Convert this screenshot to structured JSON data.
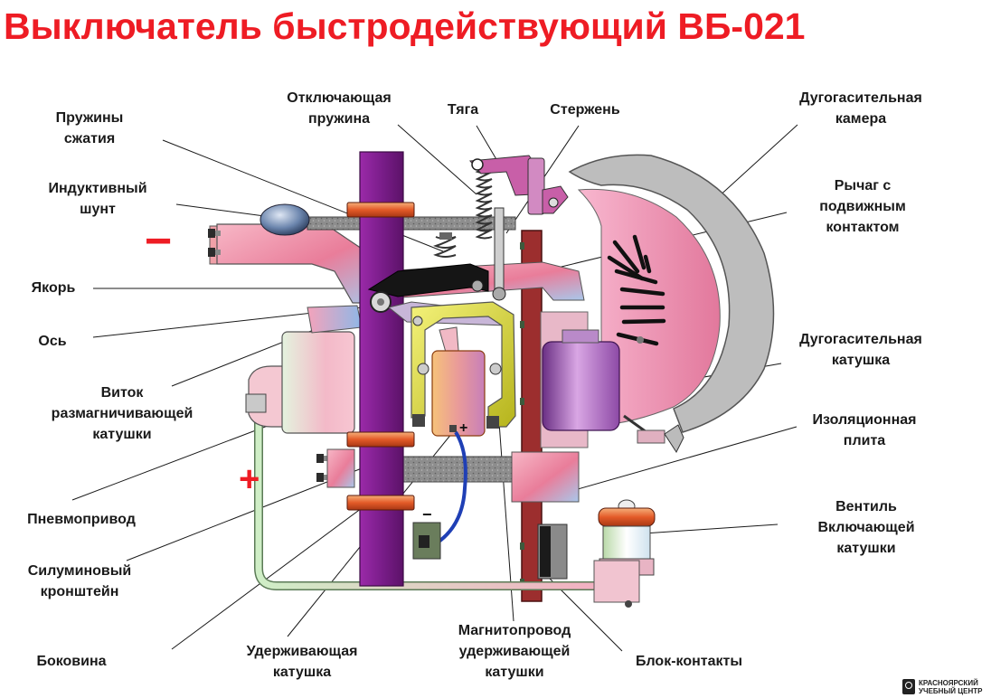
{
  "title": "Выключатель быстродействующий ВБ-021",
  "polarity": {
    "minus": "−",
    "plus": "+"
  },
  "labels": {
    "compression_springs": [
      "Пружины",
      "сжатия"
    ],
    "inductive_shunt": [
      "Индуктивный",
      "шунт"
    ],
    "armature": [
      "Якорь"
    ],
    "axis": [
      "Ось"
    ],
    "demagnetizing_turn": [
      "Виток",
      "размагничивающей",
      "катушки"
    ],
    "pneumatic_drive": [
      "Пневмопривод"
    ],
    "silumin_bracket": [
      "Силуминовый",
      "кронштейн"
    ],
    "sidewall": [
      "Боковина"
    ],
    "holding_coil": [
      "Удерживающая",
      "катушка"
    ],
    "magnetic_core": [
      "Магнитопровод",
      "удерживающей",
      "катушки"
    ],
    "block_contacts": [
      "Блок-контакты"
    ],
    "trip_spring": [
      "Отключающая",
      "пружина"
    ],
    "rod": [
      "Тяга"
    ],
    "stem": [
      "Стержень"
    ],
    "arc_chamber": [
      "Дугогасительная",
      "камера"
    ],
    "lever_contact": [
      "Рычаг с",
      "подвижным",
      "контактом"
    ],
    "arc_coil": [
      "Дугогасительная",
      "катушка"
    ],
    "insulation_plate": [
      "Изоляционная",
      "плита"
    ],
    "valve": [
      "Вентиль",
      "Включающей",
      "катушки"
    ]
  },
  "coil_terminals": {
    "plus": "+",
    "minus": "−"
  },
  "logo": {
    "line1": "КРАСНОЯРСКИЙ",
    "line2": "УЧЕБНЫЙ ЦЕНТР"
  },
  "colors": {
    "title": "#ee1c24",
    "post": "#7d1a8a",
    "bracket": "#d6d62a",
    "pink": "#f2a7b5",
    "chamber": "#b9b9b9",
    "plate": "#9c2e2e"
  }
}
